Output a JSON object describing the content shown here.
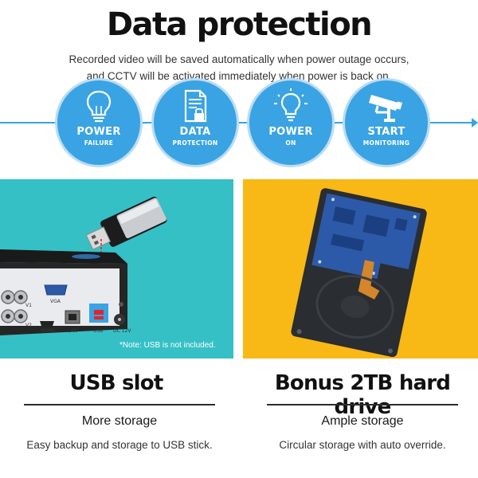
{
  "header": {
    "title": "Data protection",
    "subtitle_line1": "Recorded video will be saved automatically when power outage occurs,",
    "subtitle_line2": "and CCTV will be activated immediately when power is back on."
  },
  "steps": [
    {
      "title": "POWER",
      "sub": "FAILURE",
      "icon": "lightbulb-off-icon"
    },
    {
      "title": "DATA",
      "sub": "PROTECTION",
      "icon": "document-lock-icon"
    },
    {
      "title": "POWER",
      "sub": "ON",
      "icon": "lightbulb-on-icon"
    },
    {
      "title": "START",
      "sub": "MONITORING",
      "icon": "cctv-camera-icon"
    }
  ],
  "left_panel": {
    "port_labels": {
      "vga": "VGA",
      "hdmi": "HDMI",
      "lan": "LAN",
      "usb": "USB",
      "dc": "DC 12V",
      "v1": "V1",
      "v2": "V2"
    },
    "note": "*Note: USB is not included."
  },
  "features": [
    {
      "title": "USB slot",
      "sub": "More storage",
      "desc": "Easy backup and storage to USB stick."
    },
    {
      "title": "Bonus 2TB hard drive",
      "sub": "Ample storage",
      "desc": "Circular storage with auto override."
    }
  ],
  "colors": {
    "accent_blue": "#3aa3e3",
    "teal": "#35c0c6",
    "yellow": "#f8b816",
    "pcb_blue": "#2c5aa8"
  }
}
